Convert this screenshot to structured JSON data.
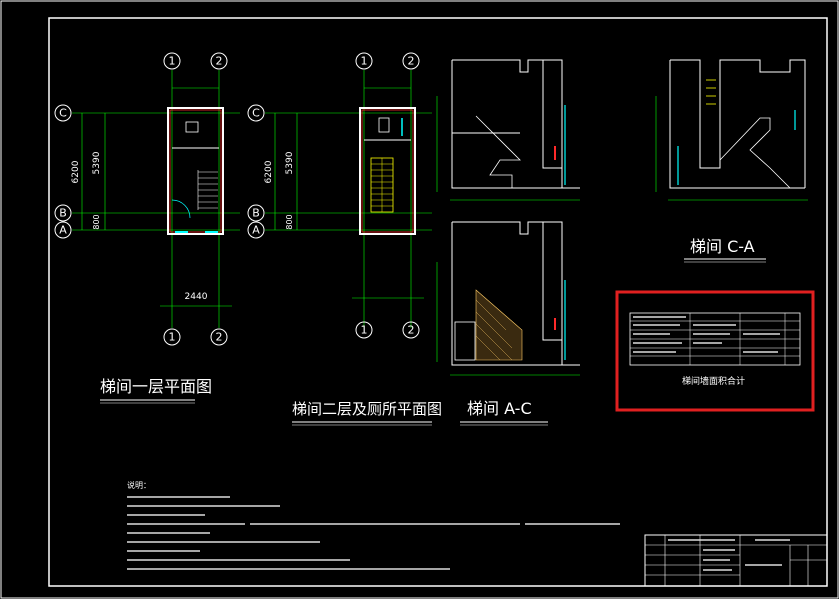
{
  "drawing": {
    "titles": {
      "plan_first": "梯间一层平面图",
      "plan_second": "梯间二层及厕所平面图",
      "section_ac": "梯间 A-C",
      "section_ca": "梯间 C-A",
      "area_table": "梯间墙面积合计"
    },
    "grid_bubbles": {
      "one": "1",
      "two": "2",
      "a": "A",
      "b": "B",
      "c": "C"
    },
    "dimensions": {
      "total_height": "6200",
      "middle_height": "5390",
      "bottom_height": "800",
      "plan_width": "2440"
    },
    "notes_heading": "说明："
  },
  "colors": {
    "background": "#000000",
    "frame": "#ffffff",
    "grid": "#00ff00",
    "walls": "#ffffff",
    "detail_red": "#ff2a2a",
    "detail_cyan": "#00ffff",
    "stair_yellow": "#ffff00",
    "highlight_box": "#e02020"
  }
}
